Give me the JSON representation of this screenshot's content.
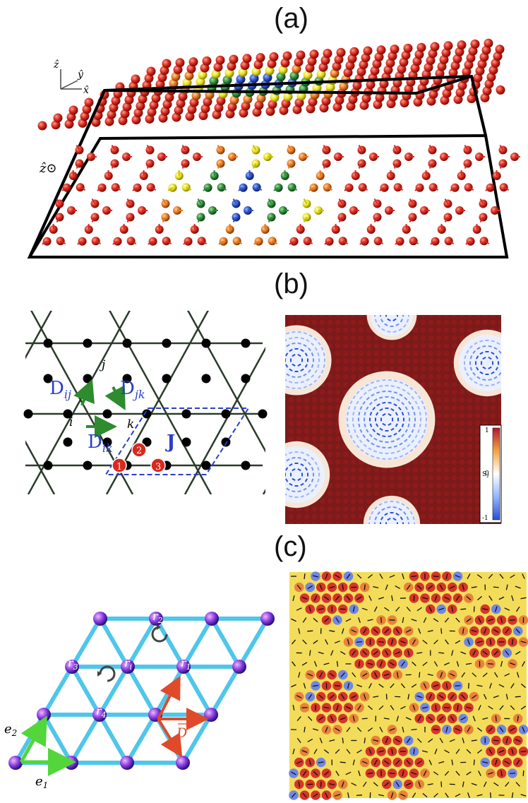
{
  "panels": {
    "a": {
      "label": "(a)"
    },
    "b": {
      "label": "(b)"
    },
    "c": {
      "label": "(c)"
    }
  },
  "axes_a": {
    "x": "x̂",
    "y": "ŷ",
    "z": "ẑ",
    "z_out": "ẑ⊙"
  },
  "kagome": {
    "site_i": "i",
    "site_j": "j",
    "site_k": "k",
    "d_ij": "D",
    "d_ij_sub": "ij",
    "d_jk": "D",
    "d_jk_sub": "jk",
    "d_ik": "D",
    "d_ik_sub": "ik",
    "exchange": "J",
    "sites": [
      "1",
      "2",
      "3"
    ]
  },
  "colorbar": {
    "title": "S",
    "title_sub": "z",
    "ticks": [
      "1",
      "0",
      "-1"
    ]
  },
  "triangular": {
    "r_labels": [
      "r",
      "r",
      "r",
      "r",
      "r"
    ],
    "r_subs": [
      "2",
      "3",
      "i",
      "1",
      "4"
    ],
    "e1": "e",
    "e1_sub": "1",
    "e2": "e",
    "e2_sub": "2",
    "d_vec": "D"
  },
  "colors": {
    "spin_up": "#d62a1e",
    "spin_down": "#2c52c8",
    "mid_green": "#2e8b3a",
    "mid_yellow": "#e8e020",
    "dm_arrow": "#2e8b2e",
    "label_blue": "#2a3ec8",
    "bond_cyan": "#4fc6ea",
    "node_purple": "#8a3ee0",
    "vec_green": "#52d63a",
    "vec_red": "#e04a2a"
  }
}
